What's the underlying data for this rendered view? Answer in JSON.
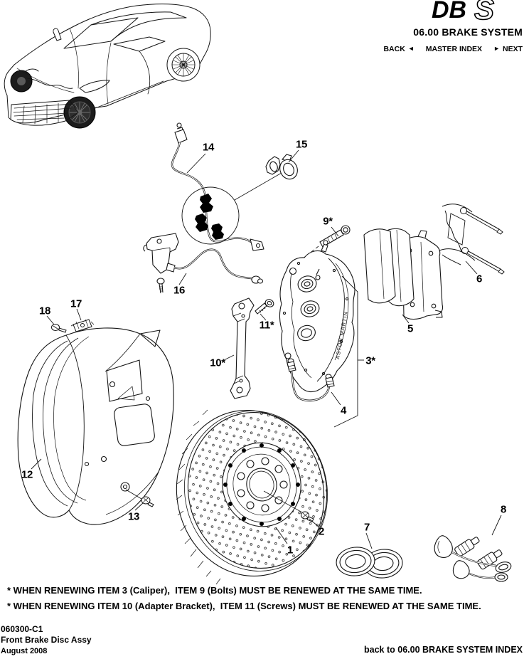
{
  "header": {
    "logo_db": "DB",
    "logo_s": "S",
    "title": "06.00 BRAKE SYSTEM",
    "nav": {
      "back_label": "BACK",
      "back_arrow": "◄",
      "master_index_label": "MASTER INDEX",
      "next_arrow": "►",
      "next_label": "NEXT"
    }
  },
  "diagram": {
    "caliper_brand": "ASTON MARTIN",
    "callouts": [
      {
        "label": "1"
      },
      {
        "label": "2"
      },
      {
        "label": "3*"
      },
      {
        "label": "4"
      },
      {
        "label": "5"
      },
      {
        "label": "6"
      },
      {
        "label": "7"
      },
      {
        "label": "8"
      },
      {
        "label": "9*"
      },
      {
        "label": "10*"
      },
      {
        "label": "11*"
      },
      {
        "label": "12"
      },
      {
        "label": "13"
      },
      {
        "label": "14"
      },
      {
        "label": "15"
      },
      {
        "label": "16"
      },
      {
        "label": "17"
      },
      {
        "label": "18"
      }
    ]
  },
  "notes": {
    "line1": "* WHEN RENEWING ITEM 3 (Caliper),  ITEM 9 (Bolts) MUST BE RENEWED AT THE SAME TIME.",
    "line2": "* WHEN RENEWING ITEM 10 (Adapter Bracket),  ITEM 11 (Screws) MUST BE RENEWED AT THE SAME TIME."
  },
  "footer": {
    "doc_number": "060300-C1",
    "doc_title": "Front Brake Disc Assy",
    "date": "August 2008",
    "back_link": "back to 06.00 BRAKE SYSTEM INDEX"
  },
  "colors": {
    "ink": "#141414",
    "paper": "#ffffff"
  }
}
